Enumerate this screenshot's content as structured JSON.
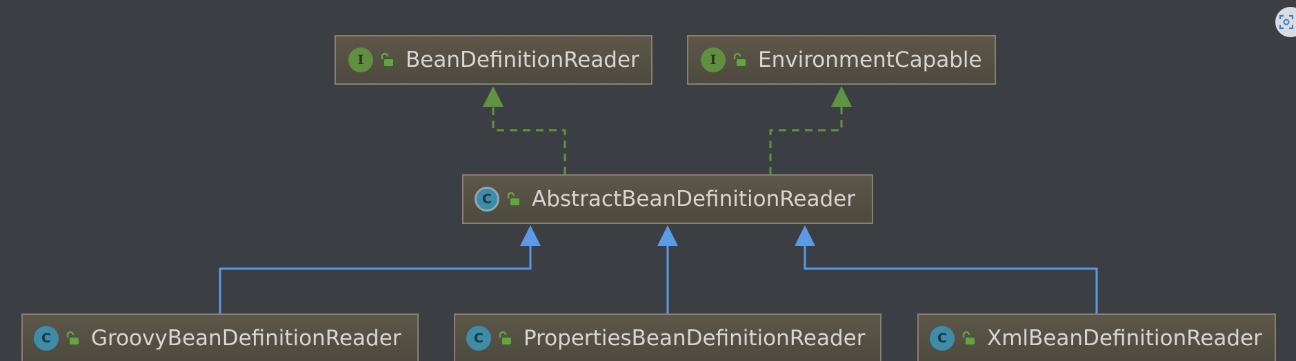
{
  "diagram": {
    "nodes": [
      {
        "id": "bean-definition-reader",
        "kind": "interface",
        "badge": "I",
        "label": "BeanDefinitionReader"
      },
      {
        "id": "environment-capable",
        "kind": "interface",
        "badge": "I",
        "label": "EnvironmentCapable"
      },
      {
        "id": "abstract-bean-definition-reader",
        "kind": "abstract",
        "badge": "C",
        "label": "AbstractBeanDefinitionReader"
      },
      {
        "id": "groovy-bean-definition-reader",
        "kind": "class",
        "badge": "C",
        "label": "GroovyBeanDefinitionReader"
      },
      {
        "id": "properties-bean-definition-reader",
        "kind": "class",
        "badge": "C",
        "label": "PropertiesBeanDefinitionReader"
      },
      {
        "id": "xml-bean-definition-reader",
        "kind": "class",
        "badge": "C",
        "label": "XmlBeanDefinitionReader"
      }
    ],
    "edges": [
      {
        "from": "abstract-bean-definition-reader",
        "to": "bean-definition-reader",
        "type": "implements"
      },
      {
        "from": "abstract-bean-definition-reader",
        "to": "environment-capable",
        "type": "implements"
      },
      {
        "from": "groovy-bean-definition-reader",
        "to": "abstract-bean-definition-reader",
        "type": "extends"
      },
      {
        "from": "properties-bean-definition-reader",
        "to": "abstract-bean-definition-reader",
        "type": "extends"
      },
      {
        "from": "xml-bean-definition-reader",
        "to": "abstract-bean-definition-reader",
        "type": "extends"
      }
    ]
  },
  "colors": {
    "background": "#3b3f43",
    "implements_edge": "#5f9440",
    "extends_edge": "#5b9ae6",
    "interface_badge": "#5f8f3f",
    "class_badge": "#3d8ca8",
    "lock_icon": "#5fa83f"
  },
  "icons": {
    "visibility": "unlock-icon",
    "corner_button": "screenshot-icon"
  }
}
